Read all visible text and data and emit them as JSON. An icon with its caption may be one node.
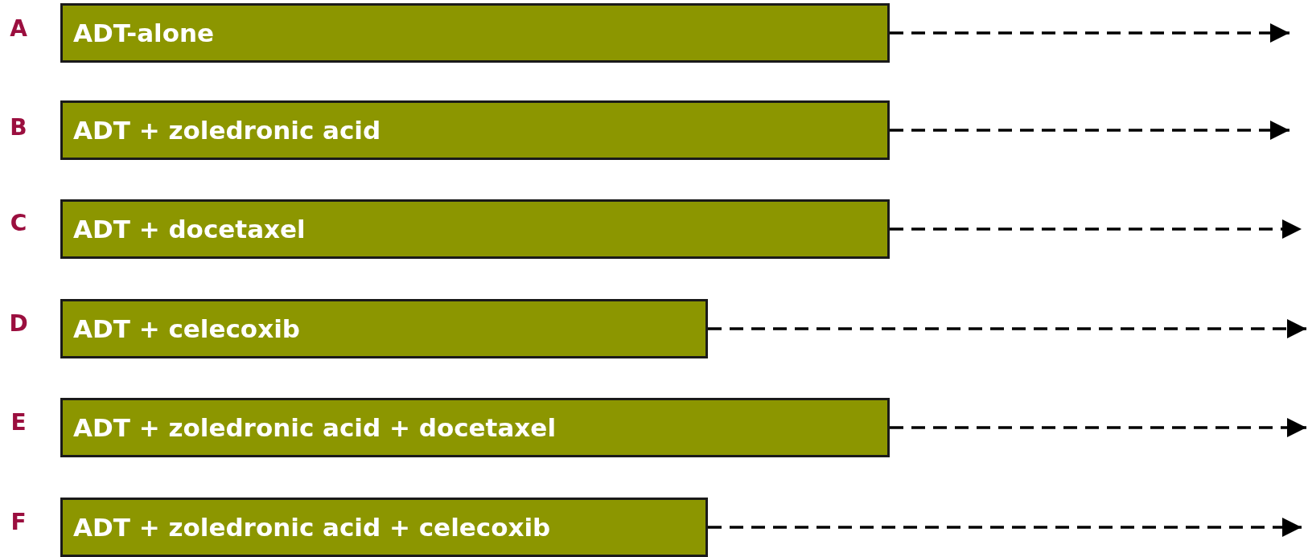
{
  "diagram": {
    "nodes": [
      {
        "text": [
          "ADT-alone"
        ],
        "beside": [
          "A"
        ]
      },
      {
        "text": [
          "ADT + zoledronic acid"
        ],
        "beside": [
          "B"
        ]
      },
      {
        "text": [
          "ADT + docetaxel"
        ],
        "beside": [
          "C"
        ]
      },
      {
        "text": [
          "ADT + celecoxib"
        ],
        "beside": [
          "D"
        ]
      },
      {
        "text": [
          "ADT + zoledronic acid + docetaxel"
        ],
        "beside": [
          "E"
        ]
      },
      {
        "text": [
          "ADT + zoledronic acid + celecoxib"
        ],
        "beside": [
          "F"
        ]
      }
    ],
    "edges": [
      {
        "from": 0,
        "to": null,
        "arrow": "to",
        "style": "dashed"
      },
      {
        "from": 1,
        "to": null,
        "arrow": "to",
        "style": "dashed"
      },
      {
        "from": 2,
        "to": null,
        "arrow": "to",
        "style": "dashed"
      },
      {
        "from": 3,
        "to": null,
        "arrow": "to",
        "style": "dashed"
      },
      {
        "from": 4,
        "to": null,
        "arrow": "to",
        "style": "dashed"
      },
      {
        "from": 5,
        "to": null,
        "arrow": "to",
        "style": "dashed"
      }
    ]
  }
}
